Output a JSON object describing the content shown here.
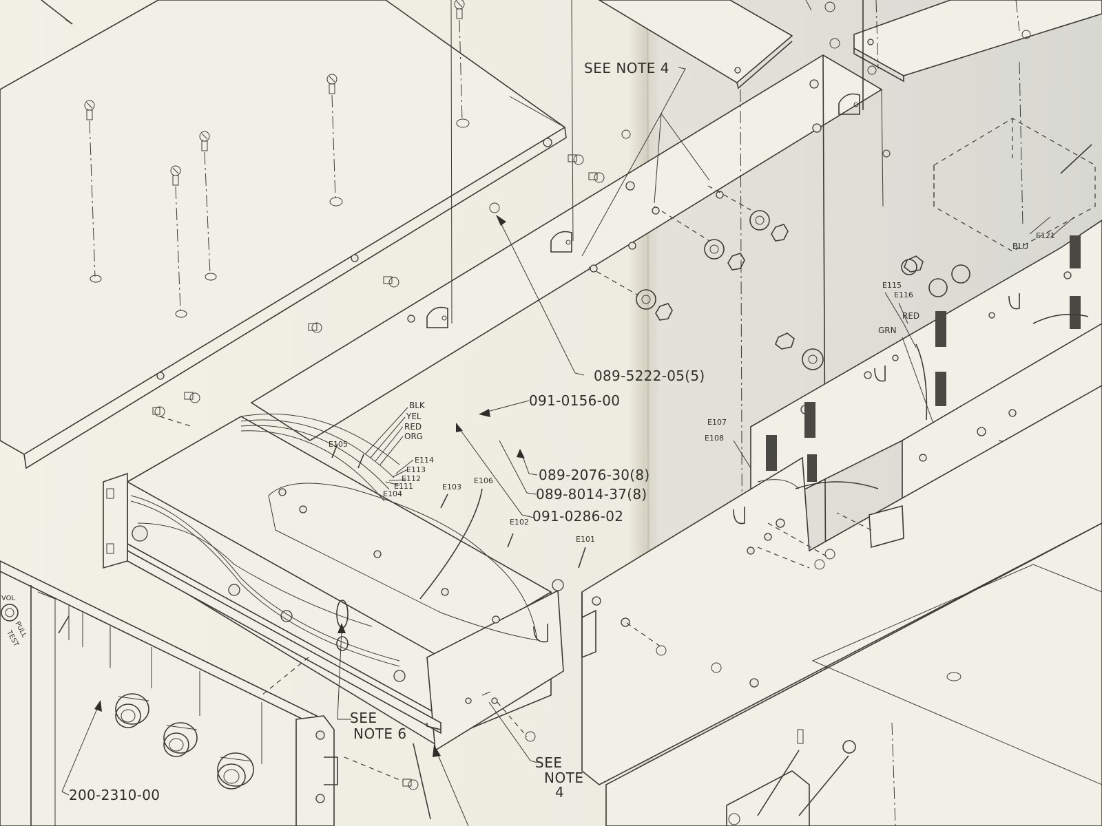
{
  "diagram": {
    "colors": {
      "paper_left": "#f3f1e6",
      "paper_right": "#dcdcd6",
      "ink": "#2e2d2a",
      "fold": "#c9c5b6"
    },
    "callouts": {
      "see_note_4_top": "SEE NOTE 4",
      "see_note_6_line1": "SEE",
      "see_note_6_line2": "NOTE 6",
      "see_note_4_bottom_line1": "SEE",
      "see_note_4_bottom_line2": "NOTE",
      "see_note_4_bottom_line3": "4"
    },
    "part_numbers": {
      "pn_1": "089-5222-05(5)",
      "pn_2": "091-0156-00",
      "pn_3": "089-2076-30(8)",
      "pn_4": "089-8014-37(8)",
      "pn_5": "091-0286-02",
      "pn_6": "200-2310-00"
    },
    "wire_colors": {
      "blk": "BLK",
      "yel": "YEL",
      "red": "RED",
      "org": "ORG",
      "blu": "BLU",
      "red_right": "RED",
      "grn": "GRN"
    },
    "terminals": {
      "e101": "E101",
      "e102": "E102",
      "e103": "E103",
      "e104": "E104",
      "e105": "E105",
      "e106": "E106",
      "e107": "E107",
      "e108": "E108",
      "e111": "E111",
      "e112": "E112",
      "e113": "E113",
      "e114": "E114",
      "e115": "E115",
      "e116": "E116",
      "e121": "E121"
    },
    "front_panel": {
      "vol": "VOL",
      "pull": "PULL",
      "test": "TEST"
    }
  }
}
